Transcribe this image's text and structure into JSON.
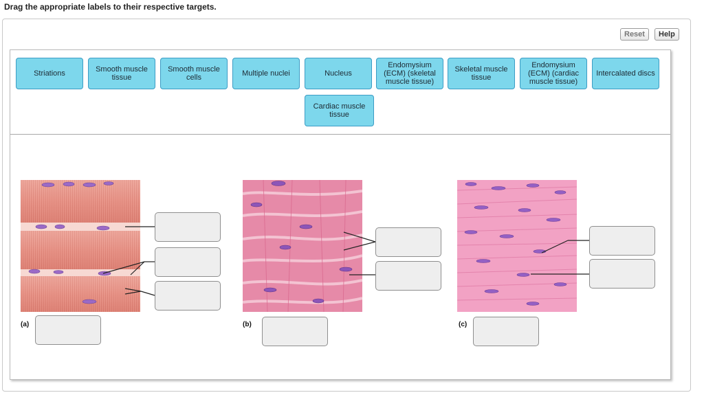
{
  "instructions": "Drag the appropriate labels to their respective targets.",
  "buttons": {
    "reset": "Reset",
    "help": "Help"
  },
  "labels": [
    "Striations",
    "Smooth muscle tissue",
    "Smooth muscle cells",
    "Multiple nuclei",
    "Nucleus",
    "Endomysium (ECM) (skeletal muscle tissue)",
    "Skeletal muscle tissue",
    "Endomysium (ECM) (cardiac muscle tissue)",
    "Intercalated discs",
    "Cardiac muscle tissue"
  ],
  "parts": {
    "a": "(a)",
    "b": "(b)",
    "c": "(c)"
  },
  "colors": {
    "chip_fill": "#7dd7ec",
    "chip_border": "#3b9cc4",
    "target_fill": "#eeeeee"
  }
}
